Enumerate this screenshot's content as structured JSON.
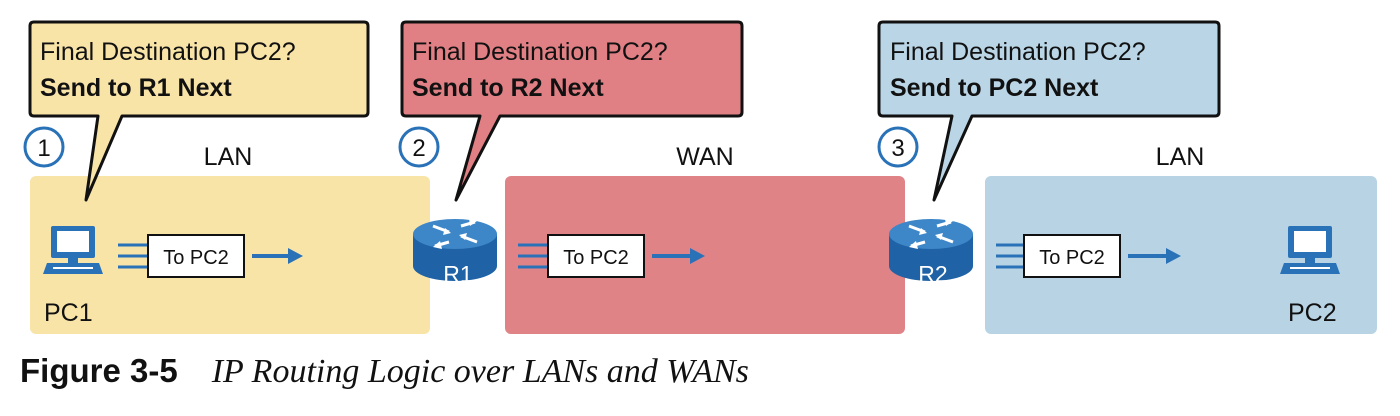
{
  "colors": {
    "lan_yellow": "#f9e4a8",
    "wan_red": "#e08387",
    "lan_blue": "#b8d4e4",
    "bubble_yellow": "#f9e4a8",
    "bubble_red": "#e07f84",
    "bubble_blue": "#b9d5e6",
    "device_blue": "#2a72b8",
    "arrow_blue": "#2a72b8"
  },
  "bubbles": [
    {
      "line1": "Final Destination PC2?",
      "line2": "Send to R1 Next"
    },
    {
      "line1": "Final Destination PC2?",
      "line2": "Send to R2 Next"
    },
    {
      "line1": "Final Destination PC2?",
      "line2": "Send to PC2 Next"
    }
  ],
  "steps": [
    "1",
    "2",
    "3"
  ],
  "regions": [
    {
      "label": "LAN"
    },
    {
      "label": "WAN"
    },
    {
      "label": "LAN"
    }
  ],
  "packets": [
    {
      "label": "To PC2"
    },
    {
      "label": "To PC2"
    },
    {
      "label": "To PC2"
    }
  ],
  "hosts": [
    {
      "label": "PC1",
      "icon": "pc-icon"
    },
    {
      "label": "PC2",
      "icon": "pc-icon"
    }
  ],
  "routers": [
    {
      "label": "R1",
      "icon": "router-icon"
    },
    {
      "label": "R2",
      "icon": "router-icon"
    }
  ],
  "caption": {
    "label": "Figure 3-5",
    "title": "IP Routing Logic over LANs and WANs"
  }
}
